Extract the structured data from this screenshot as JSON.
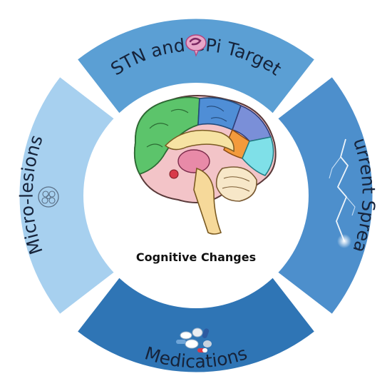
{
  "center": {
    "label": "Cognitive Changes",
    "icon": "brain-icon"
  },
  "segments": [
    {
      "id": "top",
      "label": "STN and GPi Target",
      "color": "#5b9fd4",
      "icon": "brain-target-icon"
    },
    {
      "id": "right",
      "label": "Current Spread",
      "color": "#4d8fcc",
      "icon": "lightning-icon"
    },
    {
      "id": "bottom",
      "label": "Medications",
      "color": "#2f75b5",
      "icon": "pills-icon"
    },
    {
      "id": "left",
      "label": "Micro-lesions",
      "color": "#a7d0ef",
      "icon": "cell-cluster-icon"
    }
  ]
}
